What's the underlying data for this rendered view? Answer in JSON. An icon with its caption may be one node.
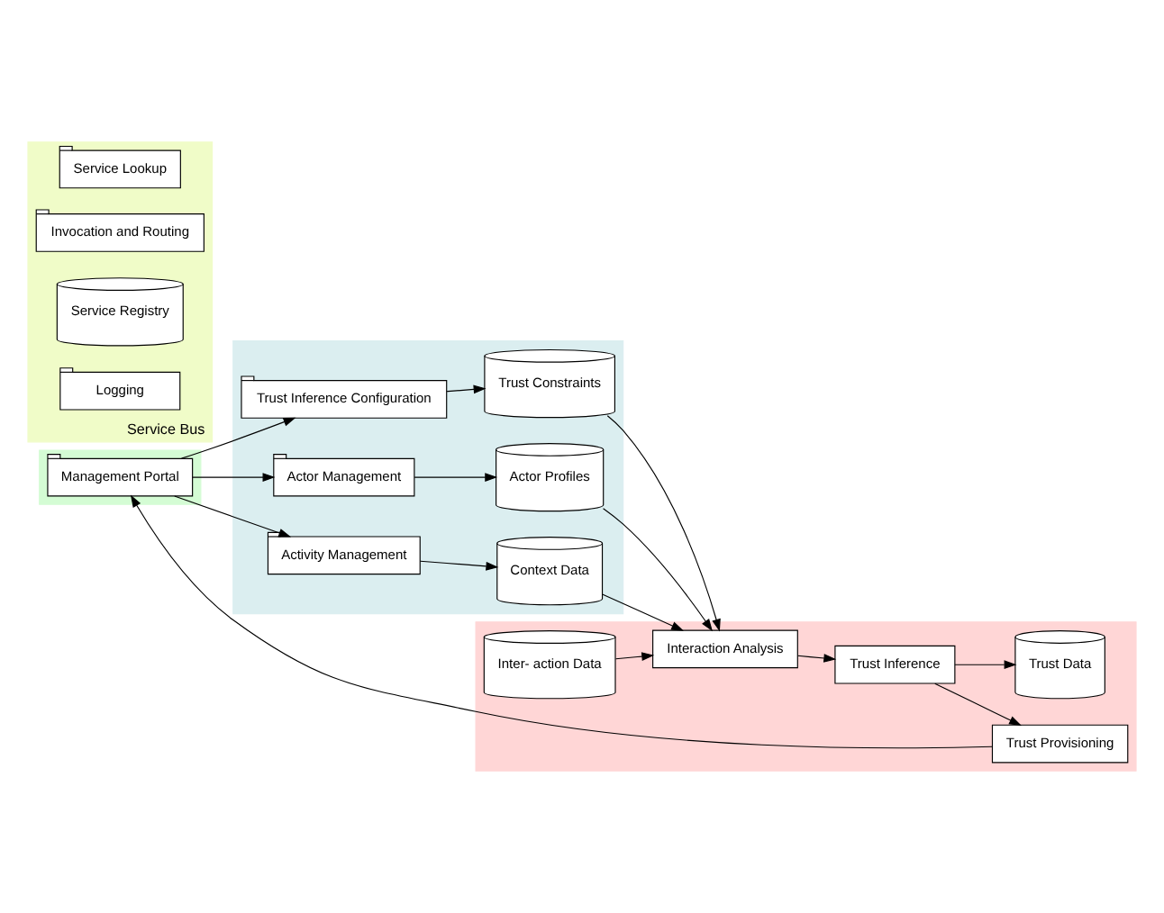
{
  "diagram": {
    "nodes": [
      {
        "text": [],
        "shape": "box"
      },
      {
        "text": [
          "Management Portal"
        ],
        "in": 0
      },
      {
        "text": [],
        "shape": "box"
      },
      {
        "text": [
          "Trust Inference Configuration"
        ],
        "in": 2
      },
      {
        "text": [
          "Trust Constraints"
        ],
        "in": 2
      },
      {
        "text": [
          "Actor Management"
        ],
        "in": 2
      },
      {
        "text": [
          "Actor Profiles"
        ],
        "in": 2
      },
      {
        "text": [
          "Activity Management"
        ],
        "in": 2
      },
      {
        "text": [
          "Context Data"
        ],
        "in": 2
      },
      {
        "text": [],
        "shape": "box"
      },
      {
        "text": [
          "Trust Provisioning"
        ],
        "in": 9
      },
      {
        "text": [
          "Trust Inference"
        ],
        "in": 9
      },
      {
        "text": [
          "Interaction Analysis"
        ],
        "in": 9
      },
      {
        "text": [
          "Inter- action Data"
        ],
        "in": 9
      },
      {
        "text": [
          "Trust Data"
        ],
        "in": 9
      },
      {
        "text": [
          "Service Bus"
        ]
      },
      {
        "text": [
          "Service Lookup"
        ],
        "in": 15
      },
      {
        "text": [
          "Invocation and Routing"
        ],
        "in": 15
      },
      {
        "text": [
          "Service Registry"
        ],
        "in": 15
      },
      {
        "text": [
          "Logging"
        ],
        "in": 15
      }
    ],
    "edges": [
      {
        "from": 10,
        "to": 1,
        "arrow": "to"
      },
      {
        "from": 1,
        "to": 3,
        "arrow": "to"
      },
      {
        "from": 1,
        "to": 5,
        "arrow": "to"
      },
      {
        "from": 1,
        "to": 7,
        "arrow": "to"
      },
      {
        "from": 3,
        "to": 4,
        "arrow": "to"
      },
      {
        "from": 5,
        "to": 6,
        "arrow": "to"
      },
      {
        "from": 7,
        "to": 8,
        "arrow": "to"
      },
      {
        "from": 4,
        "to": 12,
        "arrow": "to"
      },
      {
        "from": 6,
        "to": 12,
        "arrow": "to"
      },
      {
        "from": 8,
        "to": 12,
        "arrow": "to"
      },
      {
        "from": 12,
        "to": 11,
        "arrow": "to"
      },
      {
        "from": 13,
        "to": 12,
        "arrow": "to"
      },
      {
        "from": 11,
        "to": 10,
        "arrow": "to"
      },
      {
        "from": 11,
        "to": 14,
        "arrow": "to"
      }
    ]
  }
}
